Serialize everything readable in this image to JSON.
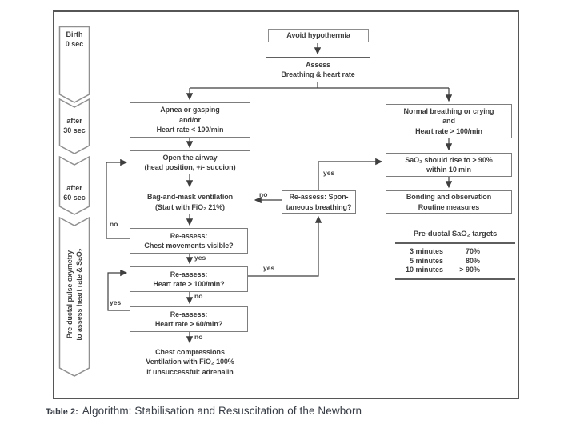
{
  "timeline": {
    "segments": [
      {
        "l1": "Birth",
        "l2": "0 sec"
      },
      {
        "l1": "after",
        "l2": "30 sec"
      },
      {
        "l1": "after",
        "l2": "60 sec"
      }
    ],
    "vertical": {
      "l1": "Pre-ductal pulse oxymetry",
      "l2": "to assess heart rate & SaO₂"
    }
  },
  "boxes": {
    "avoid": {
      "l1": "Avoid hypothermia"
    },
    "assess": {
      "l1": "Assess",
      "l2": "Breathing & heart rate"
    },
    "apnea": {
      "l1": "Apnea or gasping",
      "l2": "and/or",
      "l3": "Heart rate < 100/min"
    },
    "airway": {
      "l1": "Open the airway",
      "l2": "(head position, +/- succion)"
    },
    "bagmask": {
      "l1": "Bag-and-mask ventilation",
      "l2": "(Start with FiO₂ 21%)"
    },
    "chest": {
      "l1": "Re-assess:",
      "l2": "Chest movements visible?"
    },
    "hr100": {
      "l1": "Re-assess:",
      "l2": "Heart rate > 100/min?"
    },
    "hr60": {
      "l1": "Re-assess:",
      "l2": "Heart rate > 60/min?"
    },
    "compressions": {
      "l1": "Chest compressions",
      "l2": "Ventilation with FiO₂ 100%",
      "l3": "If unsuccessful: adrenalin"
    },
    "spont": {
      "l1": "Re-assess: Spon-",
      "l2": "taneous breathing?"
    },
    "normal": {
      "l1": "Normal breathing or crying",
      "l2": "and",
      "l3": "Heart rate > 100/min"
    },
    "sao2rise": {
      "l1": "SaO₂ should rise to > 90%",
      "l2": "within 10 min"
    },
    "bonding": {
      "l1": "Bonding and observation",
      "l2": "Routine measures"
    }
  },
  "edge_labels": {
    "chest_yes": "yes",
    "hr100_no": "no",
    "hr60_no": "no",
    "loop_airway_no": "no",
    "loop_hr100_yes": "yes",
    "hr100_yes": "yes",
    "spont_no": "no",
    "spont_yes": "yes"
  },
  "sao2_table": {
    "title": "Pre-ductal SaO₂ targets",
    "rows": [
      {
        "time": "3 minutes",
        "value": "70%"
      },
      {
        "time": "5 minutes",
        "value": "80%"
      },
      {
        "time": "10 minutes",
        "value": "> 90%"
      }
    ]
  },
  "caption": {
    "prefix": "Table 2:",
    "text": "Algorithm: Stabilisation and Resuscitation of the Newborn"
  },
  "colors": {
    "line": "#3f3f3f",
    "box_border": "#7d7d7d",
    "frame_border": "#565656",
    "chevron_border": "#909090"
  }
}
